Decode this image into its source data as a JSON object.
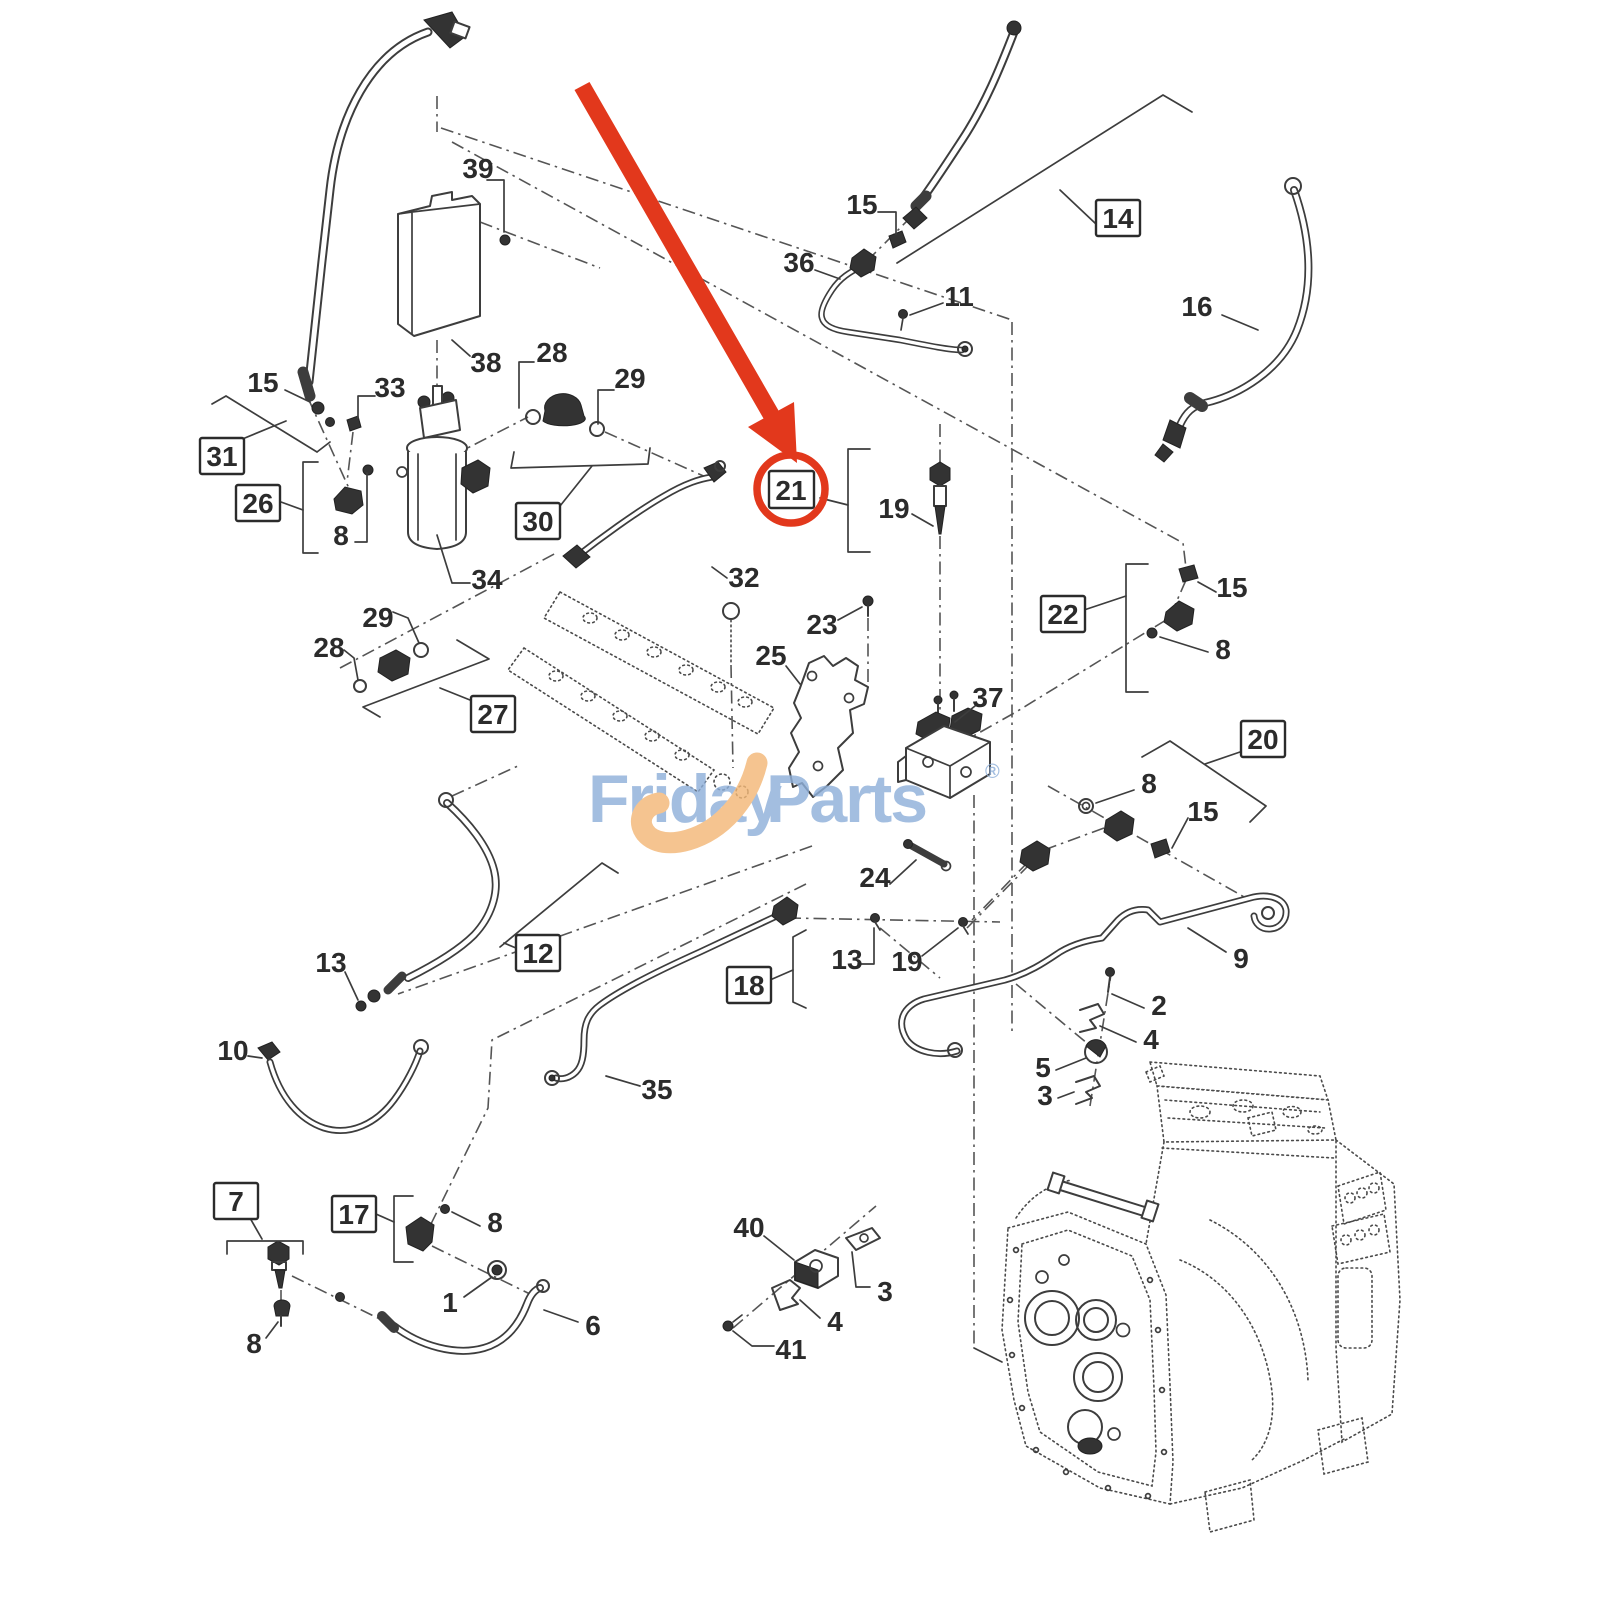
{
  "watermark": {
    "left": "Friday",
    "right": "Parts",
    "reg": "®"
  },
  "highlight": {
    "color": "#e2381c",
    "target": "21"
  },
  "callouts": {
    "n39": "39",
    "n38": "38",
    "n28_top": "28",
    "n29_top": "29",
    "n15_hose": "15",
    "n33": "33",
    "n31": "31",
    "n26": "26",
    "n8_filter": "8",
    "n34": "34",
    "n30": "30",
    "n32": "32",
    "n29_mid": "29",
    "n28_mid": "28",
    "n27": "27",
    "n36": "36",
    "n15_hose14": "15",
    "n11": "11",
    "n14": "14",
    "n16": "16",
    "n21": "21",
    "n19_sensor": "19",
    "n22": "22",
    "n15_22": "15",
    "n8_22": "8",
    "n20": "20",
    "n8_20": "8",
    "n15_20": "15",
    "n23": "23",
    "n25": "25",
    "n37": "37",
    "n24": "24",
    "n13_hose": "13",
    "n12": "12",
    "n10": "10",
    "n35": "35",
    "n18": "18",
    "n13_18": "13",
    "n19_18": "19",
    "n9": "9",
    "n2": "2",
    "n4_clamp": "4",
    "n5": "5",
    "n3_clamp": "3",
    "n7": "7",
    "n17": "17",
    "n8_17": "8",
    "n1": "1",
    "n6": "6",
    "n8_plug": "8",
    "n40": "40",
    "n3_plate": "3",
    "n4_lower": "4",
    "n41": "41"
  }
}
